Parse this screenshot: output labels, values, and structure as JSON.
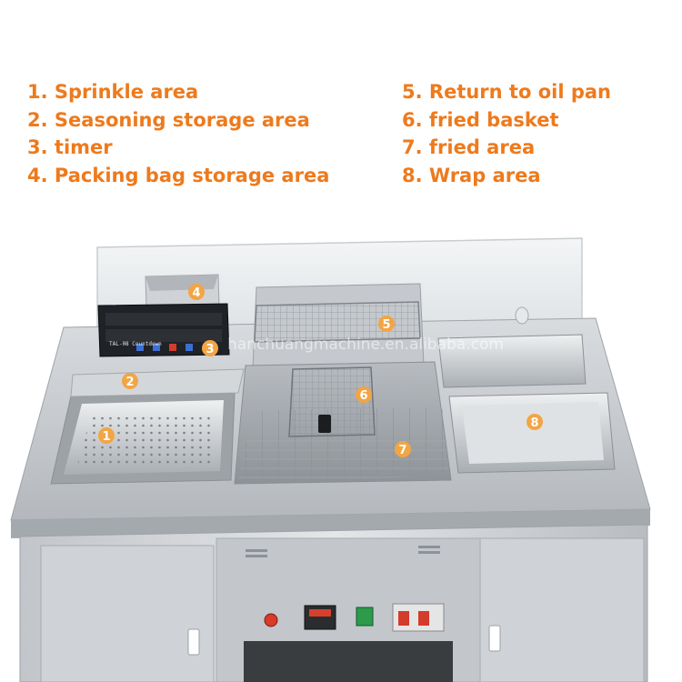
{
  "legend": {
    "left": [
      "1. Sprinkle area",
      "2. Seasoning storage area",
      "3. timer",
      "4. Packing bag storage area"
    ],
    "right": [
      "5. Return to oil pan",
      "6. fried basket",
      "7. fried area",
      "8. Wrap area"
    ]
  },
  "markers": [
    "1",
    "2",
    "3",
    "4",
    "5",
    "6",
    "7",
    "8"
  ],
  "watermark": "hanchuangmachine.en.alibaba.com",
  "timer_label": "TAL-08 Countdown",
  "colors": {
    "label": "#ee7a1c",
    "marker": "#f2a544",
    "steel": "#c9ccd0"
  }
}
